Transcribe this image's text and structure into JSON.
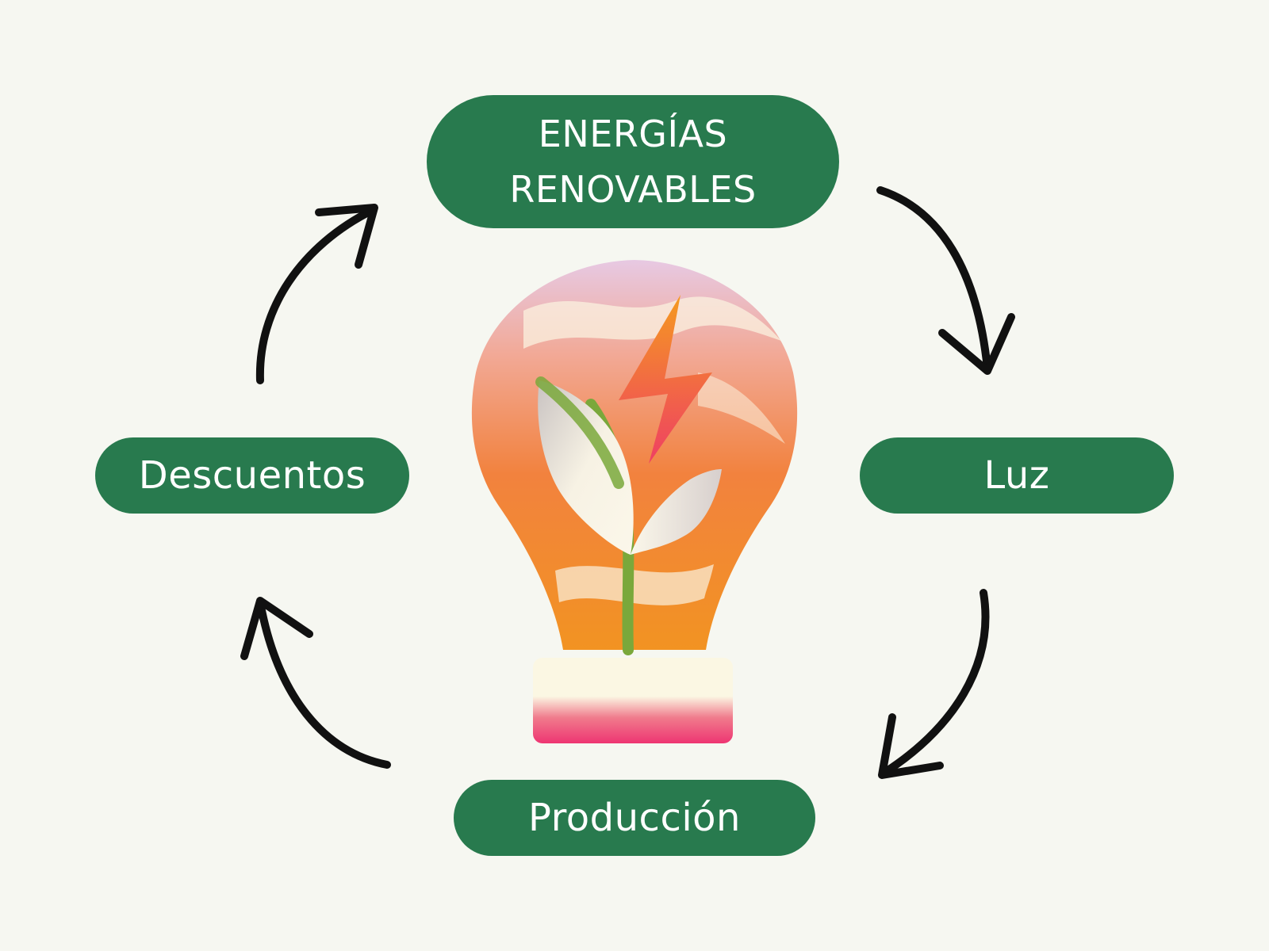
{
  "diagram": {
    "type": "cycle",
    "nodes": [
      {
        "id": "top",
        "lines": [
          "ENERGÍAS",
          "RENOVABLES"
        ]
      },
      {
        "id": "right",
        "label": "Luz"
      },
      {
        "id": "bottom",
        "label": "Producción"
      },
      {
        "id": "left",
        "label": "Descuentos"
      }
    ],
    "edges": [
      {
        "from": "top",
        "to": "right"
      },
      {
        "from": "right",
        "to": "bottom"
      },
      {
        "from": "bottom",
        "to": "left"
      },
      {
        "from": "left",
        "to": "top"
      }
    ],
    "center_illustration": "lightbulb-plant-icon",
    "colors": {
      "background": "#f6f7f1",
      "node_fill": "#287a4e",
      "node_text": "#ffffff",
      "arrow": "#111111"
    }
  }
}
